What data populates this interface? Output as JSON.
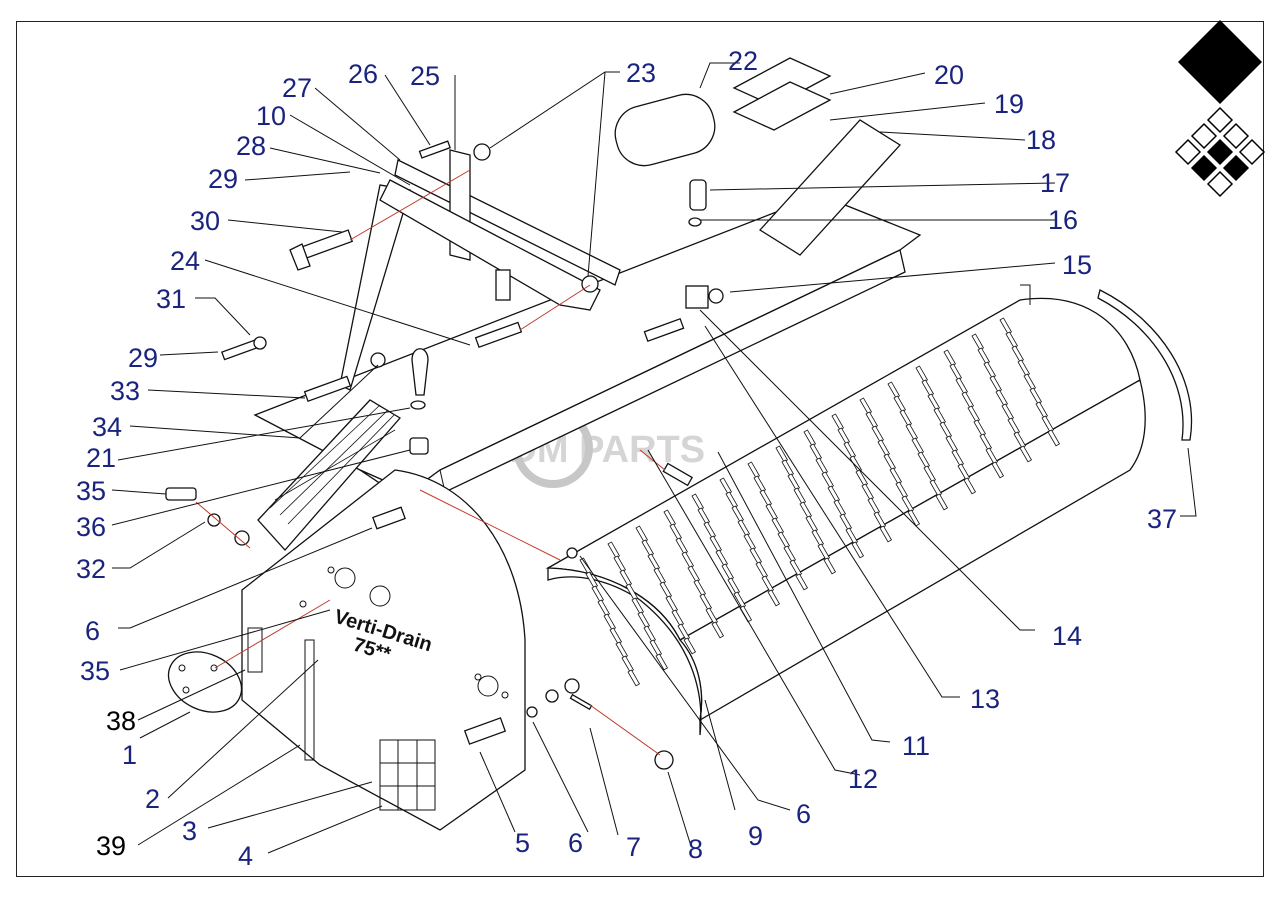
{
  "diagram": {
    "part_labels": [
      {
        "id": "label-1",
        "text": "1",
        "color": "blue"
      },
      {
        "id": "label-2",
        "text": "2",
        "color": "blue"
      },
      {
        "id": "label-3",
        "text": "3",
        "color": "blue"
      },
      {
        "id": "label-4",
        "text": "4",
        "color": "blue"
      },
      {
        "id": "label-5",
        "text": "5",
        "color": "blue"
      },
      {
        "id": "label-6a",
        "text": "6",
        "color": "blue"
      },
      {
        "id": "label-6b",
        "text": "6",
        "color": "blue"
      },
      {
        "id": "label-6c",
        "text": "6",
        "color": "blue"
      },
      {
        "id": "label-7",
        "text": "7",
        "color": "blue"
      },
      {
        "id": "label-8",
        "text": "8",
        "color": "blue"
      },
      {
        "id": "label-9",
        "text": "9",
        "color": "blue"
      },
      {
        "id": "label-10",
        "text": "10",
        "color": "blue"
      },
      {
        "id": "label-11",
        "text": "11",
        "color": "blue"
      },
      {
        "id": "label-12",
        "text": "12",
        "color": "blue"
      },
      {
        "id": "label-13",
        "text": "13",
        "color": "blue"
      },
      {
        "id": "label-14",
        "text": "14",
        "color": "blue"
      },
      {
        "id": "label-15",
        "text": "15",
        "color": "blue"
      },
      {
        "id": "label-16",
        "text": "16",
        "color": "blue"
      },
      {
        "id": "label-17",
        "text": "17",
        "color": "blue"
      },
      {
        "id": "label-18",
        "text": "18",
        "color": "blue"
      },
      {
        "id": "label-19",
        "text": "19",
        "color": "blue"
      },
      {
        "id": "label-20",
        "text": "20",
        "color": "blue"
      },
      {
        "id": "label-21",
        "text": "21",
        "color": "blue"
      },
      {
        "id": "label-22",
        "text": "22",
        "color": "blue"
      },
      {
        "id": "label-23",
        "text": "23",
        "color": "blue"
      },
      {
        "id": "label-24",
        "text": "24",
        "color": "blue"
      },
      {
        "id": "label-25",
        "text": "25",
        "color": "blue"
      },
      {
        "id": "label-26",
        "text": "26",
        "color": "blue"
      },
      {
        "id": "label-27",
        "text": "27",
        "color": "blue"
      },
      {
        "id": "label-28",
        "text": "28",
        "color": "blue"
      },
      {
        "id": "label-29a",
        "text": "29",
        "color": "blue"
      },
      {
        "id": "label-29b",
        "text": "29",
        "color": "blue"
      },
      {
        "id": "label-30",
        "text": "30",
        "color": "blue"
      },
      {
        "id": "label-31",
        "text": "31",
        "color": "blue"
      },
      {
        "id": "label-32",
        "text": "32",
        "color": "blue"
      },
      {
        "id": "label-33",
        "text": "33",
        "color": "blue"
      },
      {
        "id": "label-34",
        "text": "34",
        "color": "blue"
      },
      {
        "id": "label-35a",
        "text": "35",
        "color": "blue"
      },
      {
        "id": "label-35b",
        "text": "35",
        "color": "blue"
      },
      {
        "id": "label-36",
        "text": "36",
        "color": "blue"
      },
      {
        "id": "label-37",
        "text": "37",
        "color": "blue"
      },
      {
        "id": "label-38",
        "text": "38",
        "color": "black"
      },
      {
        "id": "label-39",
        "text": "39",
        "color": "black"
      }
    ],
    "sticker_brand": "Verti-Drain",
    "sticker_model": "75**",
    "watermark": "RDM PARTS",
    "colors": {
      "label_blue": "#1a237e",
      "leader_red": "#c0392b",
      "line": "#111111"
    }
  }
}
